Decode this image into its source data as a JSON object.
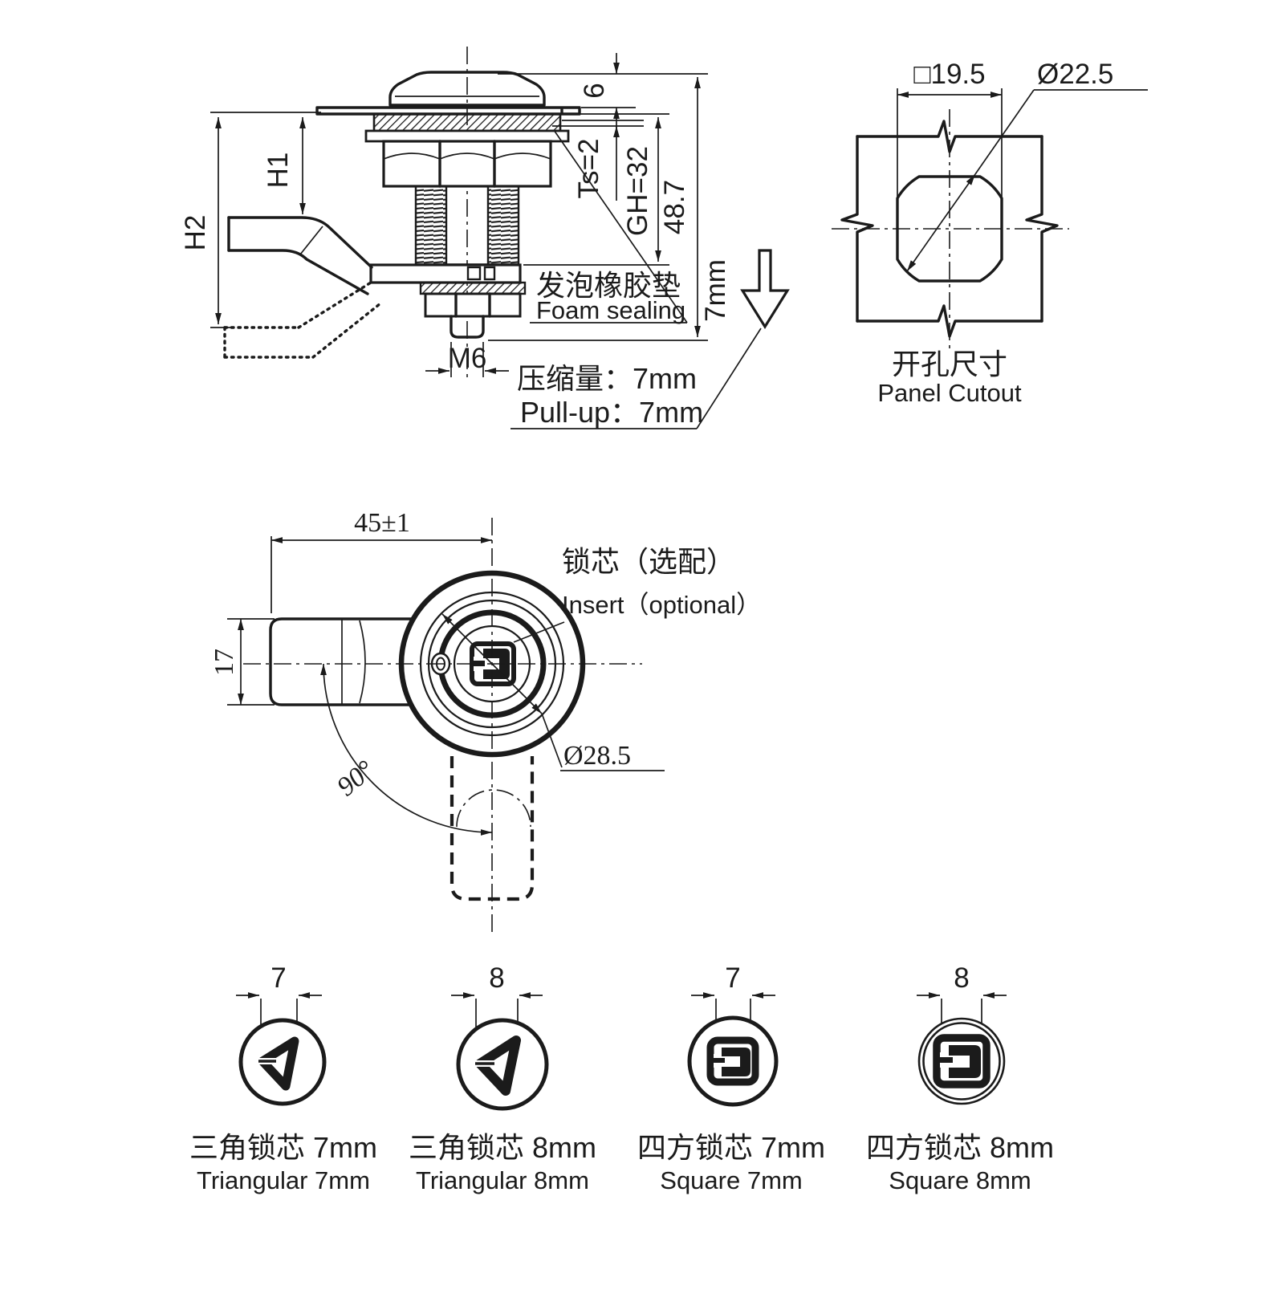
{
  "drawing_title": "Compression latch engineering drawing",
  "side_view": {
    "dim_h1": "H1",
    "dim_h2": "H2",
    "dim_cap_height": "6",
    "dim_seal_thickness": "Ts=2",
    "dim_grip_length": "GH=32",
    "dim_overall_height": "48.7",
    "dim_travel": "7mm",
    "dim_thread_size": "M6",
    "foam_label_cn": "发泡橡胶垫",
    "foam_label_en": "Foam sealing",
    "compression_label": "压缩量：7mm",
    "pullup_label": "Pull-up：7mm"
  },
  "panel_cutout": {
    "dim_square": "□19.5",
    "dim_diameter": "Ø22.5",
    "title_cn": "开孔尺寸",
    "title_en": "Panel Cutout"
  },
  "top_view": {
    "dim_width": "45±1",
    "dim_handle": "17",
    "dim_angle": "90°",
    "dim_diameter": "Ø28.5",
    "insert_label_cn": "锁芯（选配）",
    "insert_label_en": "Insert（optional）"
  },
  "inserts": [
    {
      "dim": "7",
      "label_cn": "三角锁芯 7mm",
      "label_en": "Triangular 7mm"
    },
    {
      "dim": "8",
      "label_cn": "三角锁芯 8mm",
      "label_en": "Triangular 8mm"
    },
    {
      "dim": "7",
      "label_cn": "四方锁芯 7mm",
      "label_en": "Square 7mm"
    },
    {
      "dim": "8",
      "label_cn": "四方锁芯 8mm",
      "label_en": "Square 8mm"
    }
  ]
}
